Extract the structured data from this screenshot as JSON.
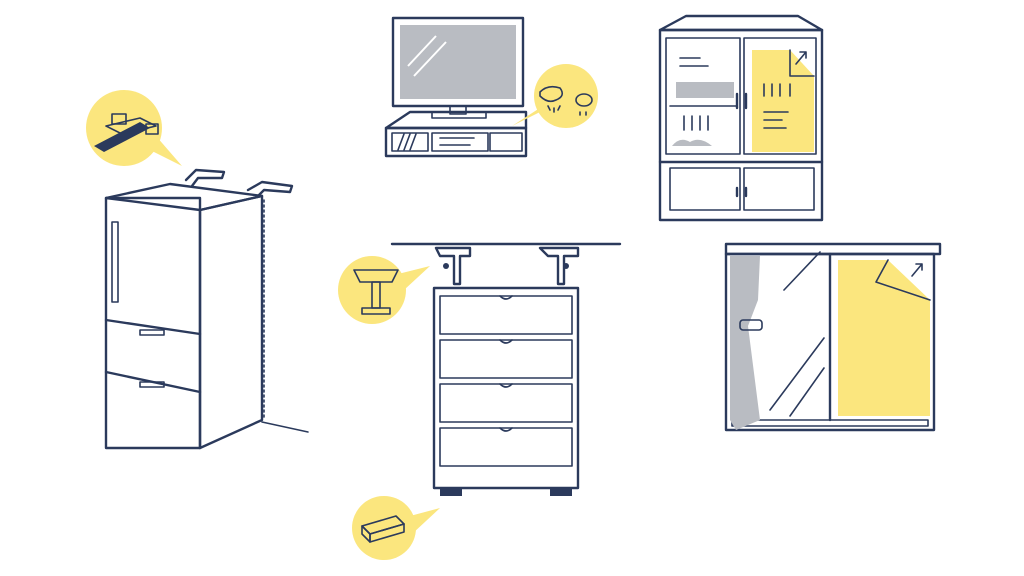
{
  "colors": {
    "ink": "#2b3a5c",
    "accent_yellow": "#fbe67e",
    "shade_grey": "#b9bcc2",
    "panel_light": "#eef0f3",
    "background": "#ffffff"
  },
  "scene": {
    "items": [
      {
        "name": "refrigerator",
        "callout_icon": "tension-rod-bracket-icon"
      },
      {
        "name": "tv-and-stand",
        "callout_icon": "adhesive-mat-icon"
      },
      {
        "name": "glass-cabinet",
        "callout_icon": "glass-film-icon"
      },
      {
        "name": "chest-of-drawers",
        "callout_icon": "ceiling-pole-icon"
      },
      {
        "name": "drawer-stopper",
        "callout_icon": "stopper-block-icon"
      },
      {
        "name": "window",
        "callout_icon": "window-film-icon"
      }
    ]
  }
}
